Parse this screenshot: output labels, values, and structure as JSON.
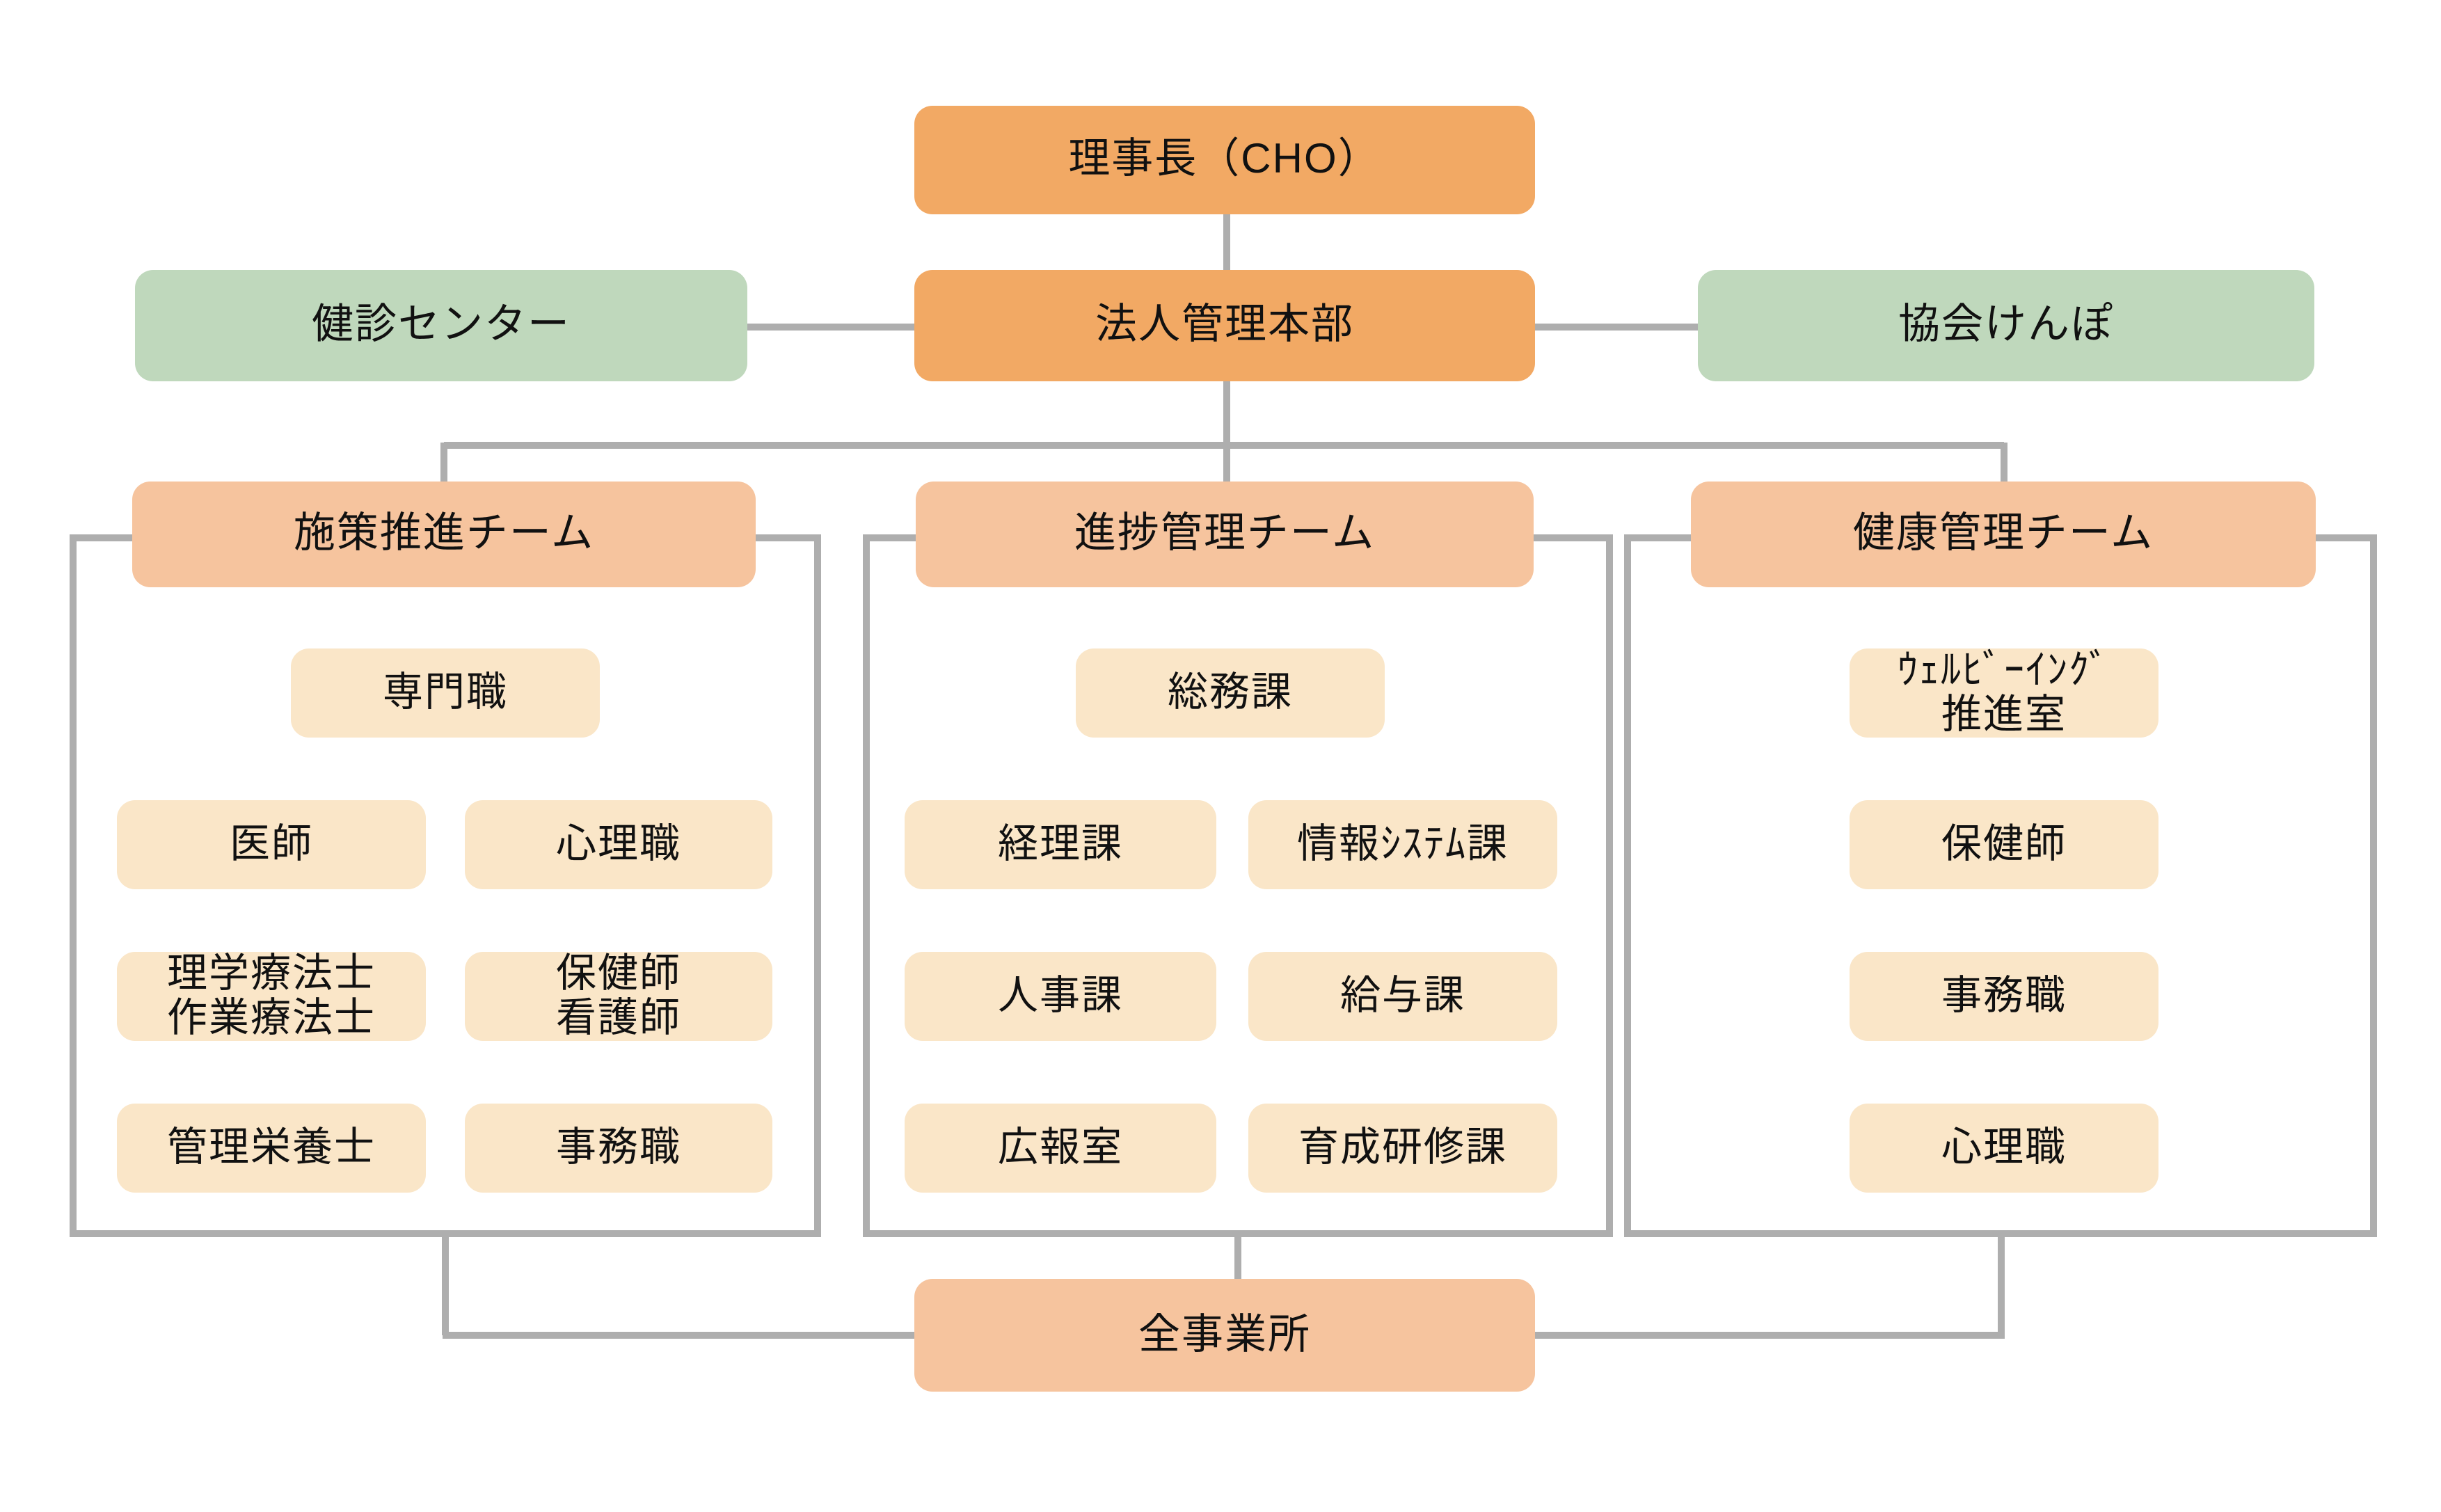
{
  "palette": {
    "orange": "#f2a964",
    "salmon": "#f6c49e",
    "cream": "#fae6c8",
    "green": "#bfd8bc",
    "line": "#aeaeae",
    "text": "#111111"
  },
  "org": {
    "chairman": "理事長（CHO）",
    "kenshin_center": "健診センター",
    "corporate_hq": "法人管理本部",
    "kyokai_kenpo": "協会けんぽ",
    "teams": [
      {
        "name": "施策推進チーム",
        "featured": "専門職",
        "grid": [
          [
            "医師",
            "心理職"
          ],
          [
            "理学療法士\n作業療法士",
            "保健師\n看護師"
          ],
          [
            "管理栄養士",
            "事務職"
          ]
        ]
      },
      {
        "name": "進捗管理チーム",
        "featured": "総務課",
        "grid": [
          [
            "経理課",
            "情報ｼｽﾃﾑ課"
          ],
          [
            "人事課",
            "給与課"
          ],
          [
            "広報室",
            "育成研修課"
          ]
        ]
      },
      {
        "name": "健康管理チーム",
        "featured": "ｳｪﾙﾋﾞｰｲﾝｸﾞ\n推進室",
        "column": [
          "保健師",
          "事務職",
          "心理職"
        ]
      }
    ],
    "all_offices": "全事業所"
  }
}
